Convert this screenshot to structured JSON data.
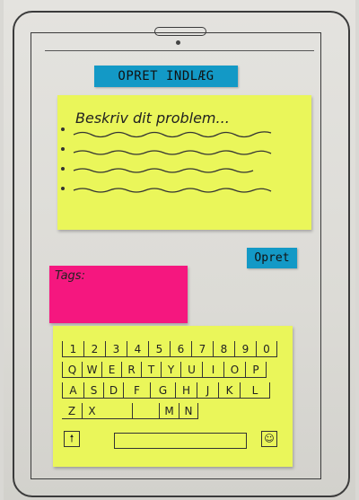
{
  "header": {
    "title": "OPRET INDLÆG"
  },
  "problem": {
    "placeholder": "Beskriv dit problem..."
  },
  "actions": {
    "submit_label": "Opret"
  },
  "tags": {
    "label": "Tags:"
  },
  "keyboard": {
    "rows": [
      [
        "1",
        "2",
        "3",
        "4",
        "5",
        "6",
        "7",
        "8",
        "9",
        "0"
      ],
      [
        "Q",
        "W",
        "E",
        "R",
        "T",
        "Y",
        "U",
        "I",
        "O",
        "P"
      ],
      [
        "A",
        "S",
        "D",
        "F",
        "G",
        "H",
        "J",
        "K",
        "L"
      ],
      [
        "Z",
        "X",
        "",
        "",
        "M",
        "N"
      ]
    ],
    "shift_icon": "🠕",
    "emoji_icon": "☺"
  },
  "colors": {
    "label_blue": "#1399c6",
    "note_yellow": "#eaf65a",
    "note_pink": "#f5177f"
  }
}
